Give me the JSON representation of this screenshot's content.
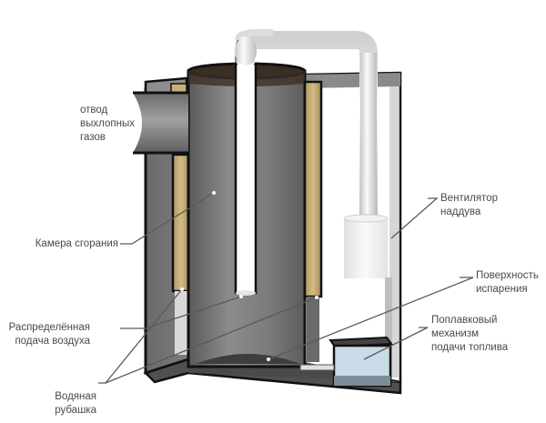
{
  "diagram": {
    "colors": {
      "steel": "#6e6e6e",
      "steel_light": "#9a9a9a",
      "water": "#c8b07a",
      "fuel_tank": "#c9dbe6",
      "pipe": "#e8e8e8",
      "outline": "#111111"
    },
    "labels": {
      "exhaust": "отвод\nвыхлопных\nгазов",
      "combustion_chamber": "Камера сгорания",
      "air_supply": "Распределённая\nподача воздуха",
      "water_jacket": "Водяная\nрубашка",
      "fan": "Вентилятор\nнаддува",
      "evaporation_surface": "Поверхность\nиспарения",
      "float_mechanism": "Поплавковый\nмеханизм\nподачи топлива"
    }
  }
}
